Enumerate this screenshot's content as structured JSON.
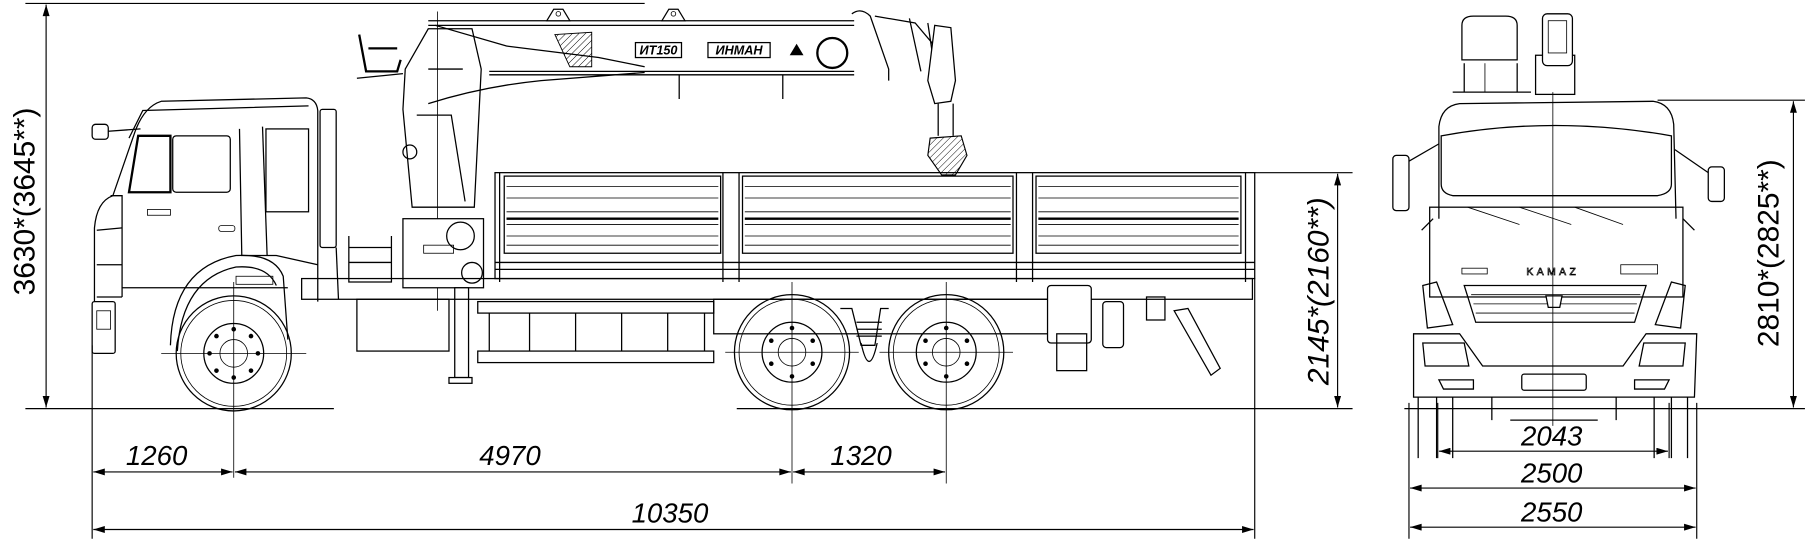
{
  "dimensions": {
    "overall_height": "3630*(3645**)",
    "platform_height": "2145*(2160**)",
    "front_view_height": "2810*(2825**)",
    "front_overhang": "1260",
    "wheelbase": "4970",
    "rear_axle_spacing": "1320",
    "overall_length": "10350",
    "track_width": "2043",
    "body_width": "2500",
    "overall_width": "2550"
  },
  "labels": {
    "crane_model": "ИТ150",
    "crane_brand": "ИНМАН",
    "grille_brand": "KAMAZ"
  }
}
